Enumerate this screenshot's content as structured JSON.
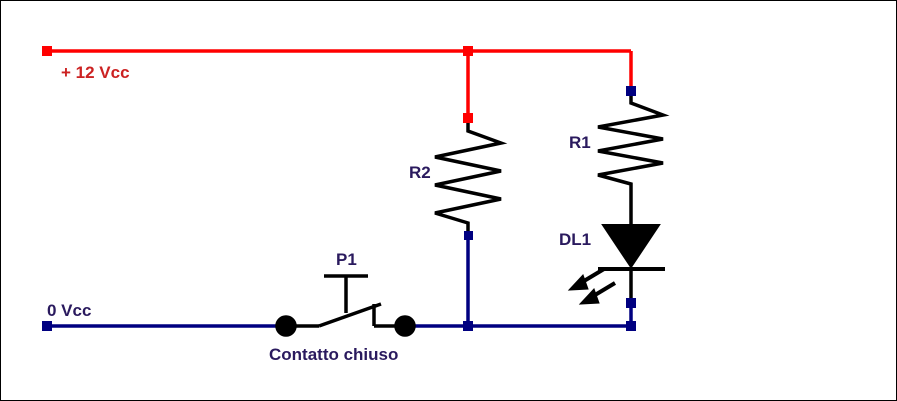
{
  "labels": {
    "supply_pos": "+ 12 Vcc",
    "supply_zero": "0 Vcc",
    "r2": "R2",
    "r1": "R1",
    "dl1": "DL1",
    "p1": "P1",
    "switch_state": "Contatto chiuso"
  },
  "colors": {
    "positive_wire": "#ff0000",
    "ground_wire": "#000080",
    "component": "#000000",
    "label_positive": "#cc2222",
    "label_ground": "#2a1a5e",
    "background": "#ffffff"
  }
}
